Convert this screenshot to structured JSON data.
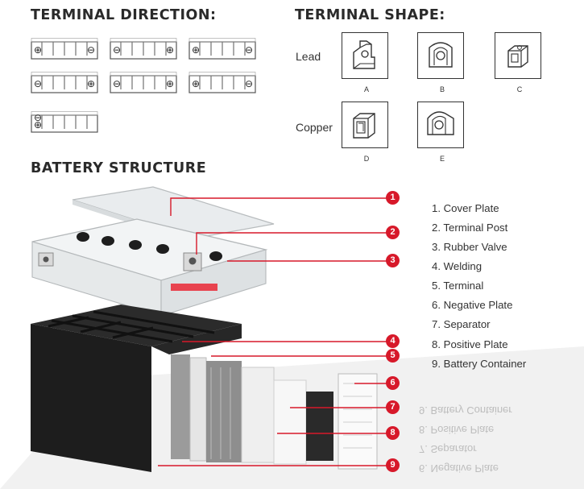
{
  "sections": {
    "terminal_direction": "TERMINAL DIRECTION:",
    "terminal_shape": "TERMINAL SHAPE:",
    "battery_structure": "BATTERY STRUCTURE"
  },
  "terminal_directions": [
    {
      "left": "⊕",
      "right": "⊖"
    },
    {
      "left": "⊖",
      "right": "⊕"
    },
    {
      "left": "⊕",
      "right": "⊖"
    },
    {
      "left": "⊖",
      "right": "⊕"
    },
    {
      "left": "⊖",
      "right": "⊕"
    },
    {
      "left": "⊕",
      "right": "⊖"
    },
    {
      "left": "⊖⊕",
      "right": ""
    }
  ],
  "terminal_shape": {
    "rows": {
      "lead": "Lead",
      "copper": "Copper"
    },
    "shapes": [
      "A",
      "B",
      "C",
      "D",
      "E"
    ]
  },
  "callouts": [
    "1",
    "2",
    "3",
    "4",
    "5",
    "6",
    "7",
    "8",
    "9"
  ],
  "legend": [
    "1. Cover Plate",
    "2. Terminal Post",
    "3. Rubber Valve",
    "4. Welding",
    "5. Terminal",
    "6. Negative Plate",
    "7. Separator",
    "8. Positive Plate",
    "9. Battery Container"
  ],
  "colors": {
    "accent": "#d7192a",
    "heading": "#2a2a2a",
    "container": "#1d1d1d"
  }
}
